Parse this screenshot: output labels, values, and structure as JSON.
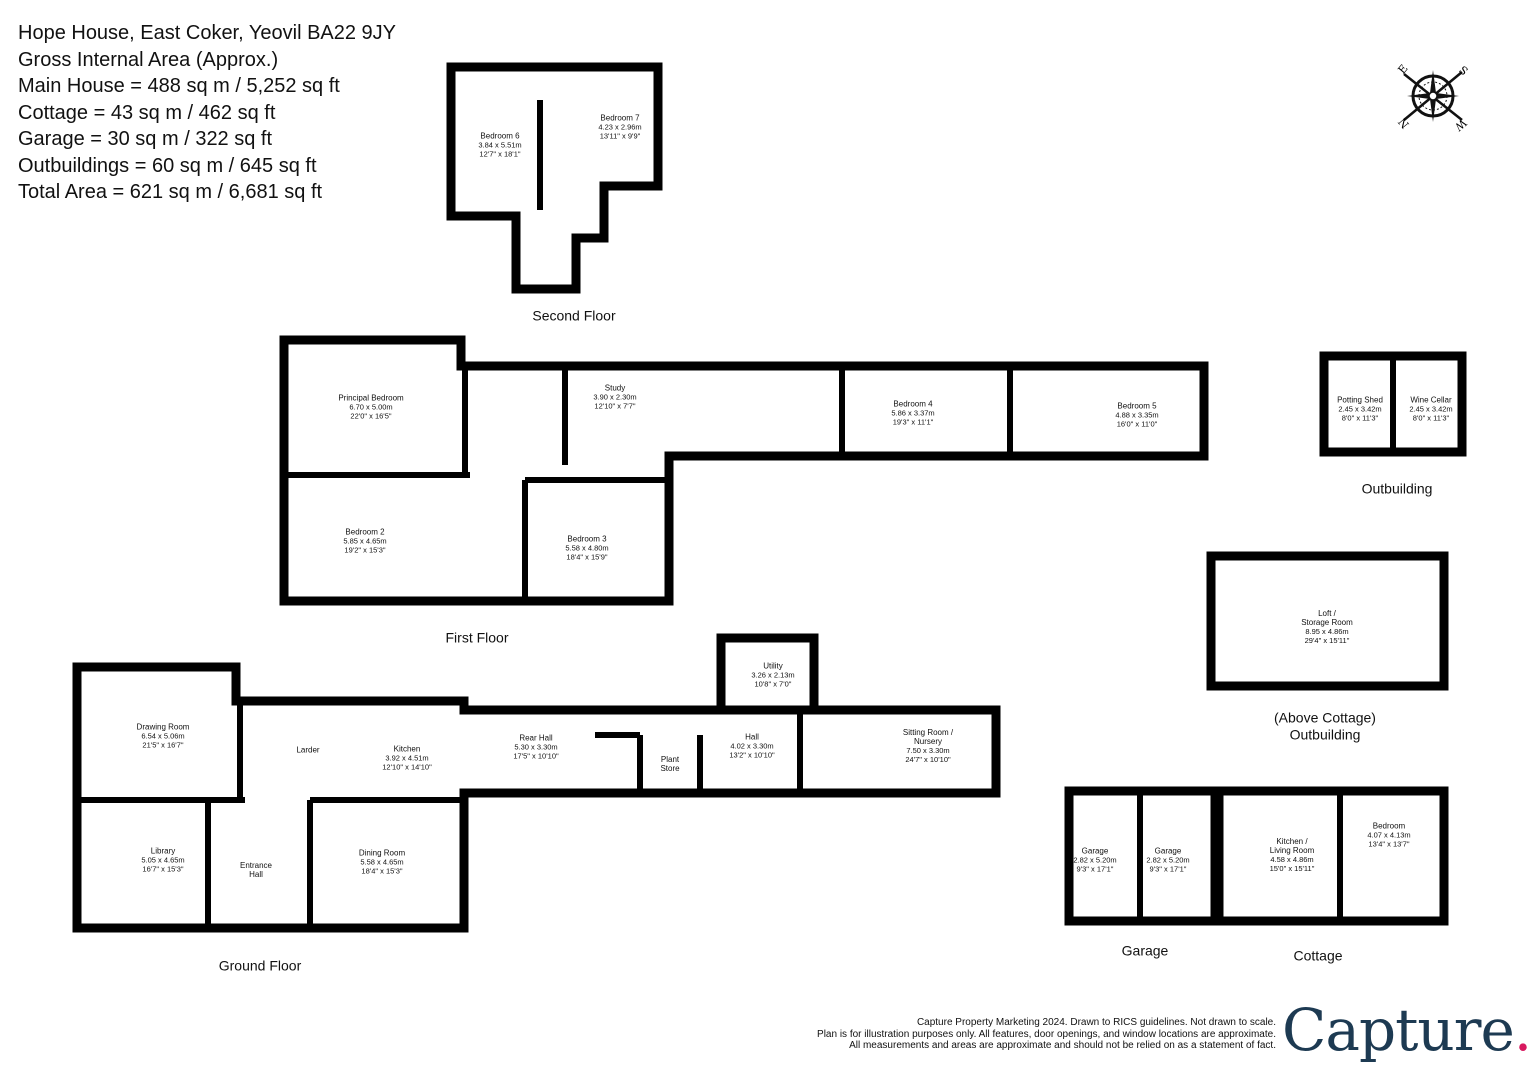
{
  "header": {
    "address": "Hope House, East Coker, Yeovil BA22 9JY",
    "gia_title": "Gross Internal Area (Approx.)",
    "areas": [
      "Main House = 488 sq m / 5,252 sq ft",
      "Cottage = 43 sq m / 462 sq ft",
      "Garage = 30 sq m / 322 sq ft",
      "Outbuildings = 60 sq m / 645 sq ft",
      "Total Area = 621 sq m / 6,681 sq ft"
    ]
  },
  "compass": {
    "icon": "compass-rose-icon",
    "labels": [
      "E",
      "S",
      "N",
      "W"
    ]
  },
  "floors": {
    "second": "Second Floor",
    "first": "First Floor",
    "ground": "Ground Floor",
    "outbuilding": "Outbuilding",
    "above_cottage": "(Above Cottage)",
    "above_cottage_outbuilding": "Outbuilding",
    "garage": "Garage",
    "cottage": "Cottage"
  },
  "rooms": {
    "bedroom6": {
      "name": "Bedroom  6",
      "metric": "3.84 x 5.51m",
      "imperial": "12'7\" x 18'1\""
    },
    "bedroom7": {
      "name": "Bedroom  7",
      "metric": "4.23 x 2.96m",
      "imperial": "13'11\" x 9'9\""
    },
    "principal": {
      "name": "Principal Bedroom",
      "metric": "6.70 x 5.00m",
      "imperial": "22'0\" x 16'5\""
    },
    "study": {
      "name": "Study",
      "metric": "3.90 x 2.30m",
      "imperial": "12'10\" x 7'7\""
    },
    "bedroom2": {
      "name": "Bedroom 2",
      "metric": "5.85 x 4.65m",
      "imperial": "19'2\" x 15'3\""
    },
    "bedroom3": {
      "name": "Bedroom  3",
      "metric": "5.58 x 4.80m",
      "imperial": "18'4\" x 15'9\""
    },
    "bedroom4": {
      "name": "Bedroom  4",
      "metric": "5.86 x 3.37m",
      "imperial": "19'3\" x 11'1\""
    },
    "bedroom5": {
      "name": "Bedroom  5",
      "metric": "4.88 x 3.35m",
      "imperial": "16'0\" x 11'0\""
    },
    "potting": {
      "name": "Potting Shed",
      "metric": "2.45 x 3.42m",
      "imperial": "8'0\" x 11'3\""
    },
    "wine": {
      "name": "Wine Cellar",
      "metric": "2.45 x 3.42m",
      "imperial": "8'0\" x 11'3\""
    },
    "loft": {
      "name": "Loft /",
      "name2": "Storage Room",
      "metric": "8.95 x 4.86m",
      "imperial": "29'4\" x 15'11\""
    },
    "drawing": {
      "name": "Drawing Room",
      "metric": "6.54 x 5.06m",
      "imperial": "21'5\" x 16'7\""
    },
    "library": {
      "name": "Library",
      "metric": "5.05 x 4.65m",
      "imperial": "16'7\" x 15'3\""
    },
    "entrance": {
      "name": "Entrance",
      "name2": "Hall"
    },
    "larder": {
      "name": "Larder"
    },
    "kitchen": {
      "name": "Kitchen",
      "metric": "3.92 x 4.51m",
      "imperial": "12'10\" x 14'10\""
    },
    "dining": {
      "name": "Dining Room",
      "metric": "5.58 x 4.65m",
      "imperial": "18'4\" x 15'3\""
    },
    "rearhall": {
      "name": "Rear Hall",
      "metric": "5.30 x 3.30m",
      "imperial": "17'5\" x 10'10\""
    },
    "plant": {
      "name": "Plant",
      "name2": "Store"
    },
    "hall": {
      "name": "Hall",
      "metric": "4.02 x 3.30m",
      "imperial": "13'2\" x 10'10\""
    },
    "utility": {
      "name": "Utility",
      "metric": "3.26 x 2.13m",
      "imperial": "10'8\" x 7'0\""
    },
    "sitting": {
      "name": "Sitting Room /",
      "name2": "Nursery",
      "metric": "7.50 x 3.30m",
      "imperial": "24'7\" x 10'10\""
    },
    "garage1": {
      "name": "Garage",
      "metric": "2.82 x 5.20m",
      "imperial": "9'3\" x 17'1\""
    },
    "garage2": {
      "name": "Garage",
      "metric": "2.82 x 5.20m",
      "imperial": "9'3\" x 17'1\""
    },
    "cottage_kitchen": {
      "name": "Kitchen /",
      "name2": "Living Room",
      "metric": "4.58 x 4.86m",
      "imperial": "15'0\" x 15'11\""
    },
    "cottage_bedroom": {
      "name": "Bedroom",
      "metric": "4.07 x 4.13m",
      "imperial": "13'4\" x 13'7\""
    }
  },
  "footer": {
    "line1": "Capture Property Marketing 2024. Drawn to RICS guidelines.  Not drawn to scale.",
    "line2": "Plan is for illustration purposes only. All features, door openings, and window locations are approximate.",
    "line3": "All measurements and areas are approximate and should not be relied on as a statement of fact.",
    "logo": "Capture",
    "logo_dot": ".",
    "brand_color": "#1d3a52",
    "accent_color": "#d8195f"
  }
}
